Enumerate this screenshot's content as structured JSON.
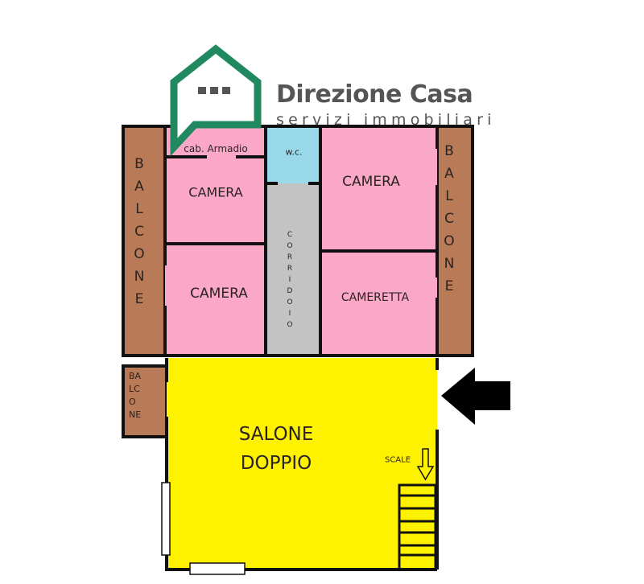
{
  "logo": {
    "title": "Direzione Casa",
    "subtitle": "servizi immobiliari"
  },
  "rooms": {
    "cab_armadio": "cab. Armadio",
    "camera_top_left": "CAMERA",
    "camera_bottom_left": "CAMERA",
    "wc": "w.c.",
    "corridoio": "CORRIDOIO",
    "camera_top_right": "CAMERA",
    "cameretta": "CAMERETTA",
    "balcone_left": "BALCONE",
    "balcone_right": "BALCONE",
    "balcone_small": [
      "BA",
      "LC",
      "O",
      "NE"
    ],
    "salone_line1": "SALONE",
    "salone_line2": "DOPPIO",
    "scale": "SCALE"
  },
  "colors": {
    "pink": "#fba8c8",
    "brown": "#b97a57",
    "wc": "#99d9ea",
    "corridor": "#c3c3c3",
    "salone": "#fff200",
    "logo_green": "#21895f"
  }
}
